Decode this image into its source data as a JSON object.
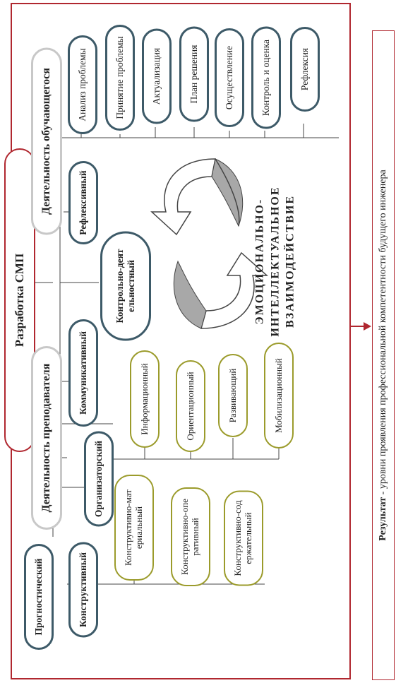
{
  "title": "Разработка СМП",
  "activities": {
    "teacher": "Деятельность преподавателя",
    "student": "Деятельность обучающегося"
  },
  "teacher_components": {
    "prognostic": "Прогностический",
    "constructive": "Конструктивный",
    "organizational": "Организаторский",
    "communicative": "Коммуникативный",
    "control": "Контрольно-деятельностный",
    "reflexive": "Рефлексивный"
  },
  "constructive_subtypes": [
    "Конструктивно-материальный",
    "Конструктивно-оперативный",
    "Конструктивно-содержательный"
  ],
  "organizational_subtypes": [
    "Информационный",
    "Ориентационный",
    "Развивающий",
    "Мобилизационный"
  ],
  "student_stages": [
    "Анализ проблемы",
    "Принятие проблемы",
    "Актуализация",
    "План решения",
    "Осуществление",
    "Контроль и оценка",
    "Рефлексия"
  ],
  "interaction": [
    "ЭМОЦИОНАЛЬНО-",
    "ИНТЕЛЛЕКТУАЛЬНОЕ",
    "ВЗАИМОДЕЙСТВИЕ"
  ],
  "result": {
    "label": "Результат",
    "text": " - уровни проявления профессиональной компетентности будущего инженера"
  },
  "colors": {
    "frame": "#b0272f",
    "grey_border": "#c8c8c8",
    "blue_border": "#3d5a68",
    "olive_border": "#9b9b2b",
    "arrow_fill": "#a8a8a8"
  }
}
